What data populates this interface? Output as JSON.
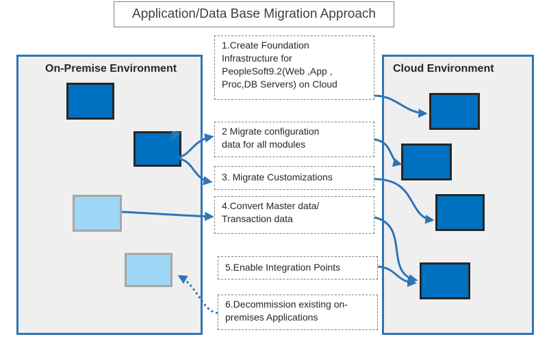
{
  "title": "Application/Data Base Migration Approach",
  "on_premise": {
    "label": "On-Premise Environment"
  },
  "cloud": {
    "label": "Cloud Environment"
  },
  "steps": [
    {
      "text": "1.Create Foundation\nInfrastructure for\nPeopleSoft9.2(Web ,App ,\nProc,DB Servers) on Cloud"
    },
    {
      "text": "2   Migrate configuration\ndata for all modules"
    },
    {
      "text": "3. Migrate Customizations"
    },
    {
      "text": "4.Convert Master data/\nTransaction data"
    },
    {
      "text": "5.Enable Integration Points"
    },
    {
      "text": "6.Decommission existing on-\npremises Applications"
    }
  ],
  "colors": {
    "accent": "#2e75b6",
    "dark_box": "#0070c0",
    "light_box": "#9dd7f5",
    "panel": "#efefef"
  }
}
